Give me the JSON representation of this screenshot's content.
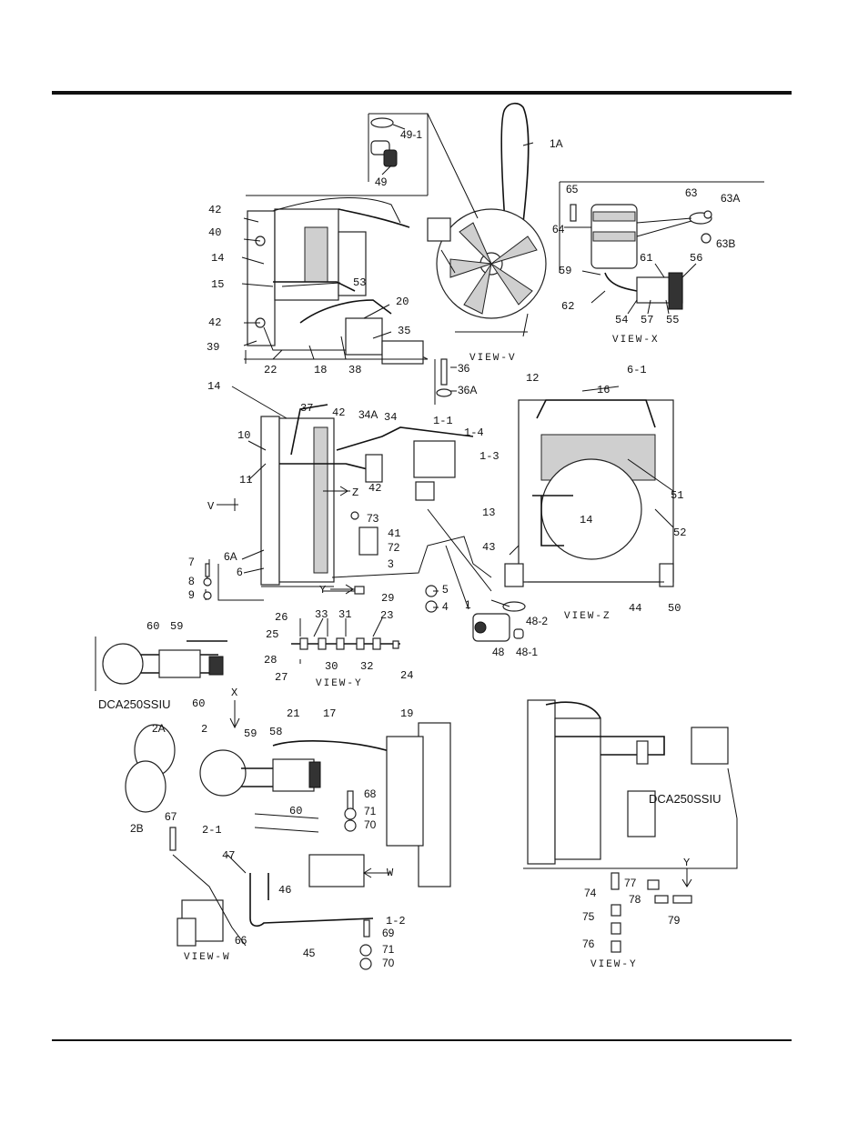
{
  "views": [
    {
      "id": "view-v",
      "title": "VIEW-V"
    },
    {
      "id": "view-x",
      "title": "VIEW-X"
    },
    {
      "id": "view-z",
      "title": "VIEW-Z"
    },
    {
      "id": "view-y-upper",
      "title": "VIEW-Y"
    },
    {
      "id": "view-w",
      "title": "VIEW-W"
    },
    {
      "id": "view-y-lower",
      "title": "VIEW-Y"
    }
  ],
  "model_notes": [
    "DCA250SSIU",
    "DCA250SSIU"
  ],
  "arrow_markers": [
    "V",
    "Z",
    "Y",
    "W",
    "X",
    "Y"
  ],
  "callouts": {
    "top_left": [
      "42",
      "40",
      "14",
      "15",
      "53",
      "42",
      "39",
      "22",
      "18",
      "38",
      "20",
      "35"
    ],
    "thermostat": [
      "49-1",
      "49"
    ],
    "view_v": [
      "1A",
      "36",
      "36A"
    ],
    "view_x": [
      "65",
      "64",
      "63",
      "63A",
      "63B",
      "61",
      "56",
      "59",
      "62",
      "54",
      "57",
      "55"
    ],
    "radiator": [
      "14",
      "37",
      "42",
      "34A",
      "34",
      "1-1",
      "1-4",
      "10",
      "11",
      "42",
      "1-3",
      "73",
      "41",
      "72",
      "3",
      "6A",
      "6",
      "7",
      "8",
      "9",
      "29",
      "5",
      "4",
      "1"
    ],
    "view_z": [
      "12",
      "6-1",
      "16",
      "51",
      "14",
      "13",
      "52",
      "43",
      "44",
      "50"
    ],
    "sensor": [
      "48-2",
      "48",
      "48-1"
    ],
    "view_y_upper": [
      "26",
      "33",
      "31",
      "23",
      "25",
      "30",
      "32",
      "28",
      "27",
      "24"
    ],
    "left_clamp": [
      "60",
      "59",
      "60"
    ],
    "air_intake": [
      "2A",
      "2",
      "59",
      "58",
      "21",
      "17",
      "19",
      "2B",
      "2-1",
      "60",
      "68",
      "71",
      "70",
      "67",
      "47",
      "46",
      "45",
      "1-2",
      "69",
      "71",
      "70",
      "66"
    ],
    "view_y_lower": [
      "74",
      "77",
      "78",
      "79",
      "75",
      "76"
    ]
  }
}
